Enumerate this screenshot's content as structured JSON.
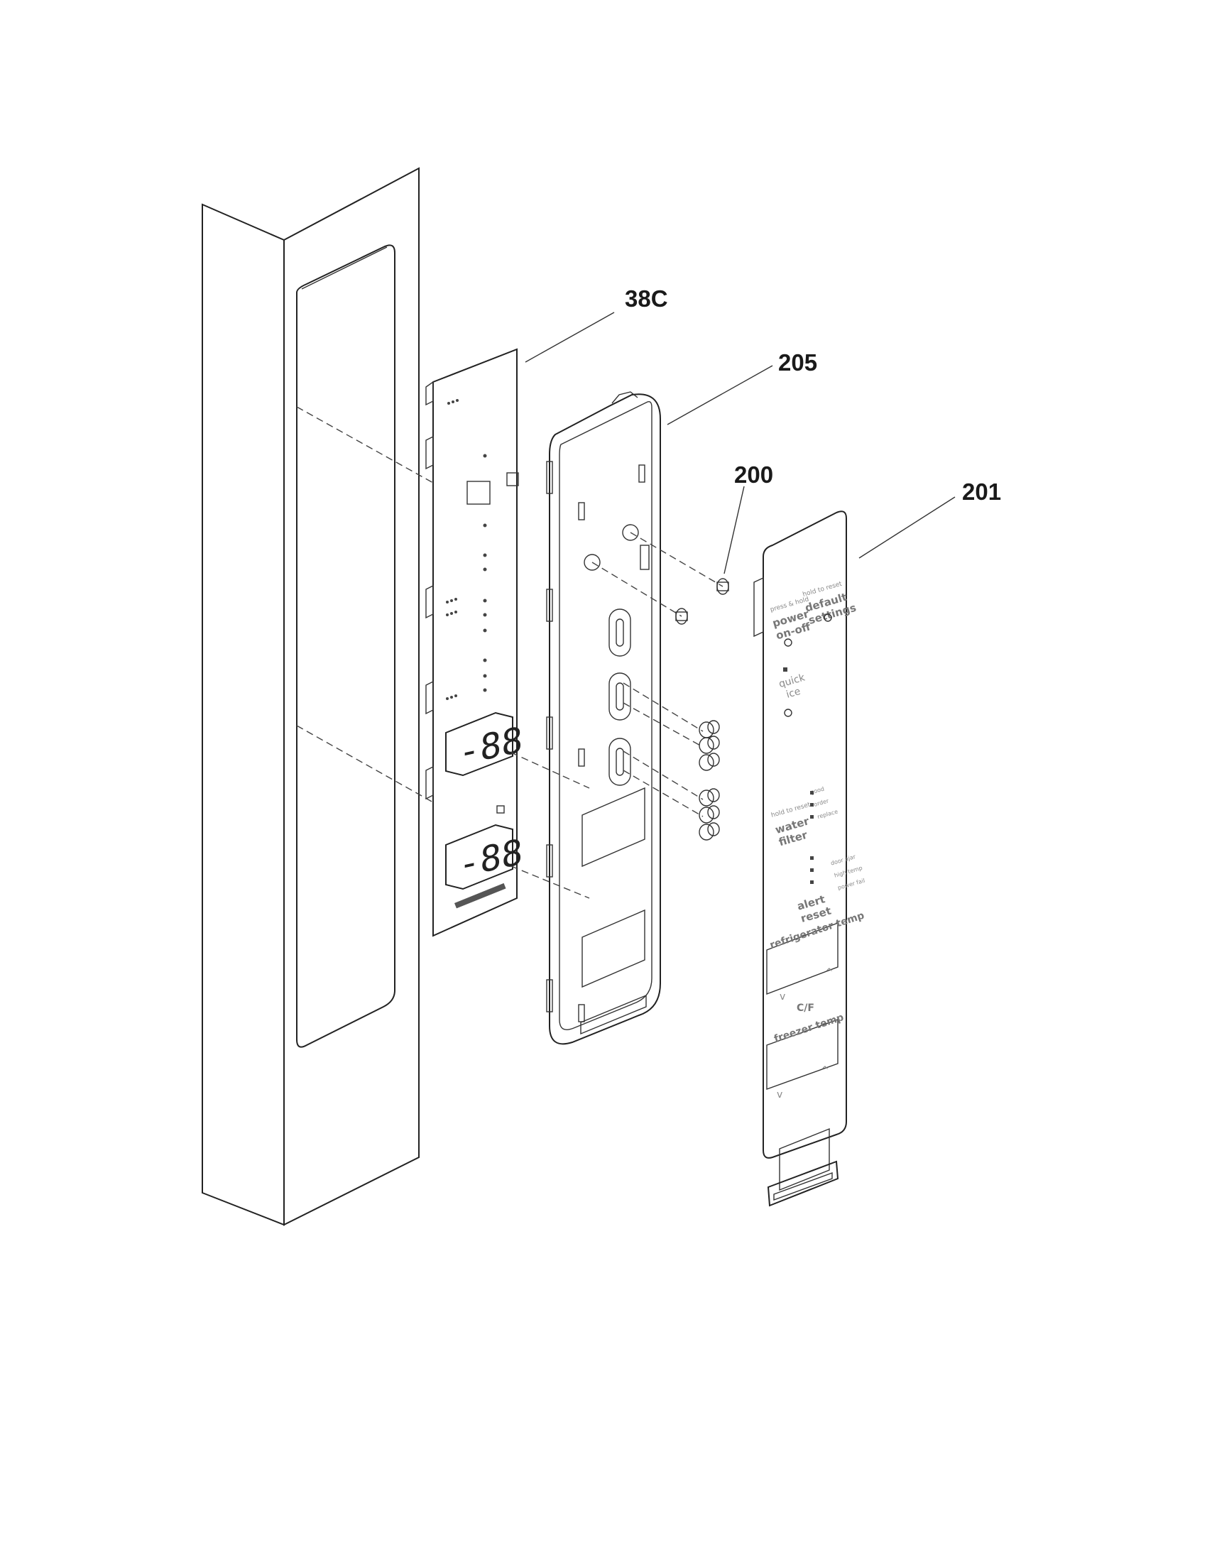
{
  "callouts": {
    "display_board": "38C",
    "bracket": "205",
    "screw": "200",
    "membrane_switch": "201"
  },
  "display_board": {
    "readout_upper": "-88",
    "readout_lower": "-88"
  },
  "membrane": {
    "power_hint": "press & hold",
    "power_label_1": "power",
    "power_label_2": "on-off",
    "default_hint": "hold to reset",
    "default_label_1": "default",
    "default_label_2": "settings",
    "quick_label_1": "quick",
    "quick_label_2": "ice",
    "filter_hint": "hold to reset",
    "filter_label_1": "water",
    "filter_label_2": "filter",
    "filter_status": [
      "good",
      "order",
      "replace"
    ],
    "alert_label_1": "alert",
    "alert_label_2": "reset",
    "alert_status": [
      "door ajar",
      "high temp",
      "power fail"
    ],
    "fridge_label": "refrigerator temp",
    "unit_label": "C/F",
    "freezer_label": "freezer temp",
    "up_glyph": "^",
    "down_glyph": "v"
  }
}
